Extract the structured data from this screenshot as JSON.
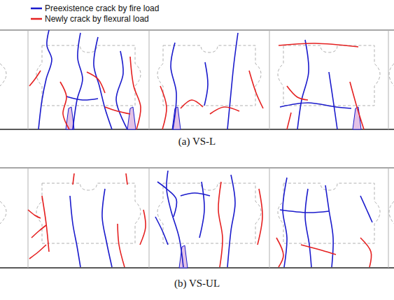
{
  "diagram": {
    "labels": [
      "(a) VS-L",
      "(b) VS-UL"
    ],
    "legend": [
      {
        "text": "Preexistence crack by fire load"
      },
      {
        "text": "Newly crack by flexural load"
      }
    ]
  }
}
